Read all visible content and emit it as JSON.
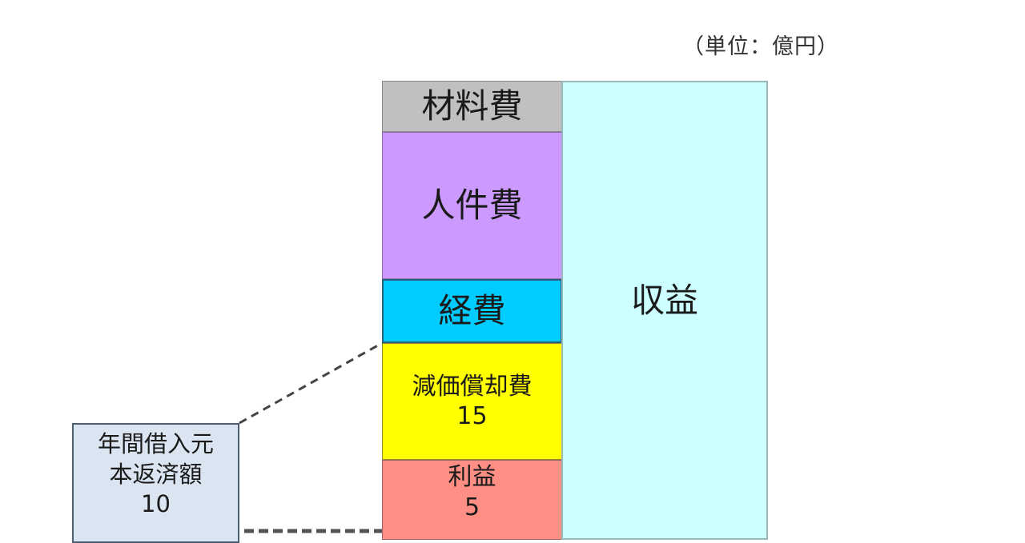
{
  "unit_label": "（単位：億円）",
  "cost_column": {
    "blocks": [
      {
        "label": "材料費",
        "value": null,
        "color": "#c0c0c0"
      },
      {
        "label": "人件費",
        "value": null,
        "color": "#cc99ff"
      },
      {
        "label": "経費",
        "value": null,
        "color": "#00ccff"
      },
      {
        "label": "減価償却費",
        "value": "15",
        "color": "#ffff00"
      },
      {
        "label": "利益",
        "value": "5",
        "color": "#ff8f85"
      }
    ]
  },
  "revenue_column": {
    "label": "収益",
    "color": "#ccffff"
  },
  "loan_box": {
    "line1": "年間借入元",
    "line2": "本返済額",
    "value": "10",
    "color": "#dbe5f1"
  }
}
